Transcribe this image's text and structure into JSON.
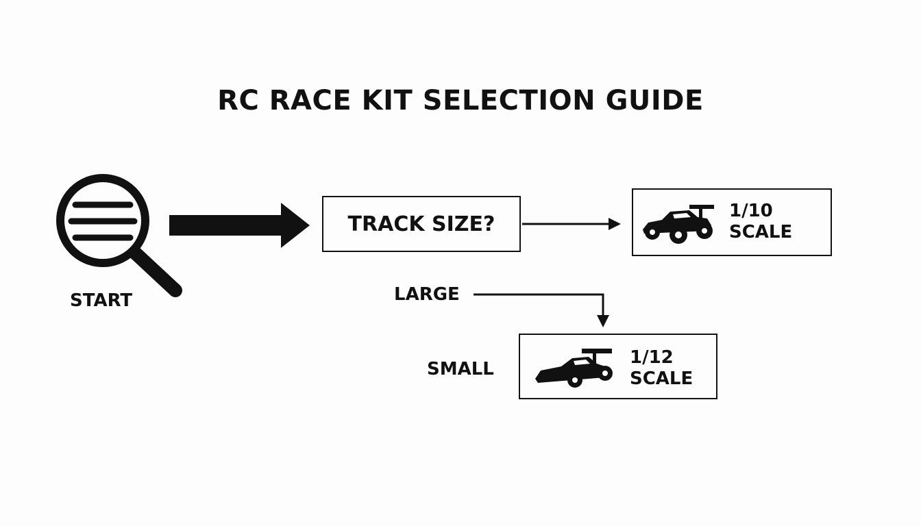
{
  "title": "RC RACE KIT SELECTION GUIDE",
  "start": {
    "label": "START",
    "icon": "magnifier-list-icon"
  },
  "question": {
    "label": "TRACK SIZE?"
  },
  "branches": [
    {
      "label": "LARGE"
    },
    {
      "label": "SMALL"
    }
  ],
  "results": [
    {
      "line1": "1/10",
      "line2": "SCALE",
      "icon": "buggy-car-icon"
    },
    {
      "line1": "1/12",
      "line2": "SCALE",
      "icon": "formula-car-icon"
    }
  ]
}
